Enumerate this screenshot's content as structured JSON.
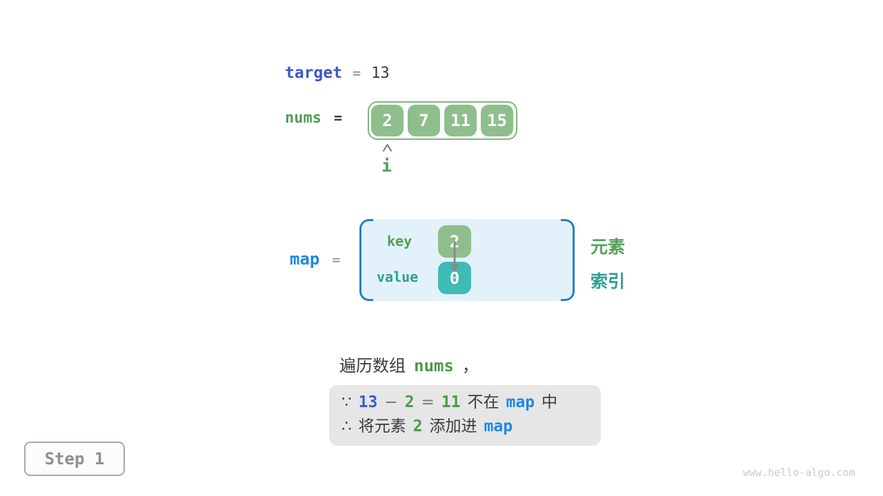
{
  "colors": {
    "royal_blue": "#3B58CE",
    "bright_blue": "#1E88E5",
    "code_green": "#4C9A4C",
    "label_green": "#55A159",
    "teal_text": "#2E9E96",
    "cell_green_fill": "#8FBE8C",
    "cell_teal_fill": "#3DBCB4",
    "array_border_green": "#7FB77F",
    "map_fill_blue": "#E3F1FA",
    "map_bracket_blue": "#2C7FC4",
    "note_bg_gray": "#E6E6E6",
    "text_dark": "#3B3B3B"
  },
  "target_line": {
    "keyword": "target",
    "eq": "=",
    "value": "13"
  },
  "nums_line": {
    "keyword": "nums",
    "eq": "="
  },
  "array": {
    "cells": [
      "2",
      "7",
      "11",
      "15"
    ]
  },
  "pointer": {
    "label": "i"
  },
  "map_line": {
    "keyword": "map",
    "eq": "="
  },
  "map_box": {
    "key_label": "key",
    "key_value": "2",
    "value_label": "value",
    "value_value": "0"
  },
  "side_labels": {
    "element": "元素",
    "index": "索引"
  },
  "caption": {
    "prefix": "遍历数组",
    "code": "nums",
    "comma": "，"
  },
  "note": {
    "line1": {
      "because": "∵",
      "n13": "13",
      "minus": "−",
      "n2": "2",
      "eq": "=",
      "n11": "11",
      "not_in": "不在",
      "map": "map",
      "zhong": "中"
    },
    "line2": {
      "therefore": "∴",
      "text1": "将元素",
      "n2": "2",
      "text2": "添加进",
      "map": "map"
    }
  },
  "step_badge": {
    "label": "Step 1"
  },
  "watermark": "www.hello-algo.com"
}
